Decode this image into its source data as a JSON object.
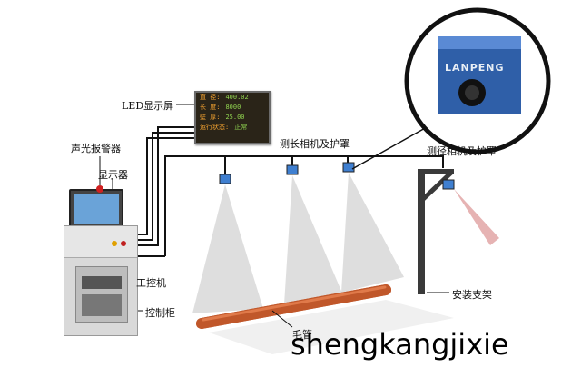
{
  "led_display": {
    "rows": [
      {
        "label": "直  径:",
        "value": "400.02"
      },
      {
        "label": "长  度:",
        "value": "8000"
      },
      {
        "label": "壁  厚:",
        "value": "25.00"
      },
      {
        "label": "运行状态:",
        "value": "正常"
      }
    ]
  },
  "labels": {
    "led_screen": "LED显示屏",
    "alarm": "声光报警器",
    "monitor": "显示器",
    "ipc": "工控机",
    "cabinet": "控制柜",
    "length_camera": "测长相机及护罩",
    "diameter_camera": "测径相机及护罩",
    "stand": "安装支架",
    "tube": "毛管"
  },
  "camera_logo": "LANPENG",
  "watermark": "shengkangjixie",
  "colors": {
    "led_text": "#f0a030",
    "led_value": "#8fd14f",
    "tube": "#c0572a",
    "stand": "#3a3a3a",
    "camera_body": "#3f7fd0"
  }
}
